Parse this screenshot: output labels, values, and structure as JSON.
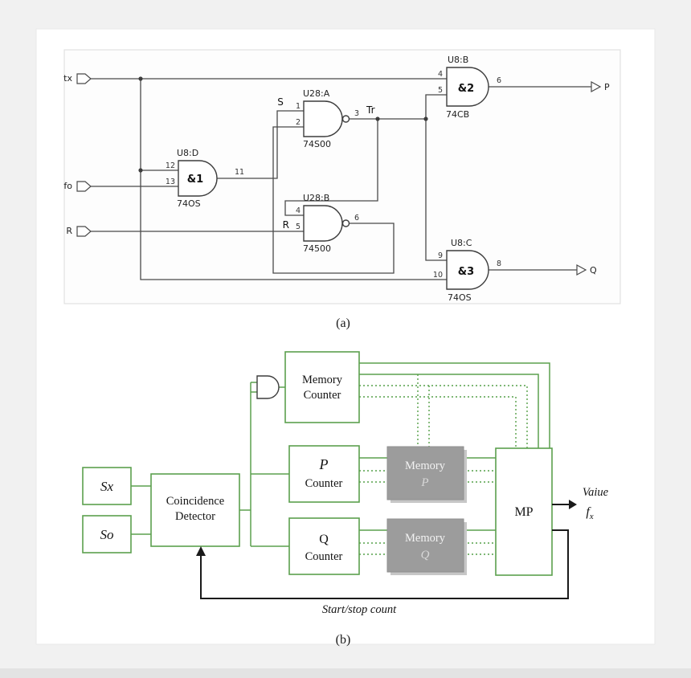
{
  "page": {
    "background": "#f1f1f1",
    "panel": "#ffffff"
  },
  "captions": {
    "a": "(a)",
    "b": "(b)"
  },
  "schematic": {
    "line_color": "#4a4a4a",
    "ports": {
      "tx": "tx",
      "fo": "fo",
      "r": "R",
      "p": "P",
      "q": "Q"
    },
    "nets": {
      "s": "S",
      "tr": "Tr",
      "r": "R"
    },
    "gates": {
      "u8d": {
        "name": "U8:D",
        "label": "&1",
        "part": "74OS",
        "in1": "12",
        "in2": "13",
        "out": "11"
      },
      "u28a": {
        "name": "U28:A",
        "part": "74S00",
        "in1": "1",
        "in2": "2",
        "out": "3"
      },
      "u28b": {
        "name": "U28:B",
        "part": "74500",
        "in1": "4",
        "in2": "5",
        "out": "6"
      },
      "u8b": {
        "name": "U8:B",
        "label": "&2",
        "part": "74CB",
        "in1": "4",
        "in2": "5",
        "out": "6"
      },
      "u8c": {
        "name": "U8:C",
        "label": "&3",
        "part": "74OS",
        "in1": "9",
        "in2": "10",
        "out": "8"
      }
    }
  },
  "blocks": {
    "accent_green": "#5ca04e",
    "memory_gray": "#9c9c9c",
    "sx": "Sx",
    "so": "So",
    "coincidence": {
      "line1": "Coincidence",
      "line2": "Detector"
    },
    "memory_counter": {
      "line1": "Memory",
      "line2": "Counter"
    },
    "p_counter": {
      "line1": "P",
      "line2": "Counter"
    },
    "q_counter": {
      "line1": "Q",
      "line2": "Counter"
    },
    "memory_p": {
      "line1": "Memory",
      "line2": "P"
    },
    "memory_q": {
      "line1": "Memory",
      "line2": "Q"
    },
    "mp": "MP",
    "output": {
      "label": "Vaiue",
      "f": "f",
      "sub": "x"
    },
    "feedback": "Start/stop count"
  }
}
